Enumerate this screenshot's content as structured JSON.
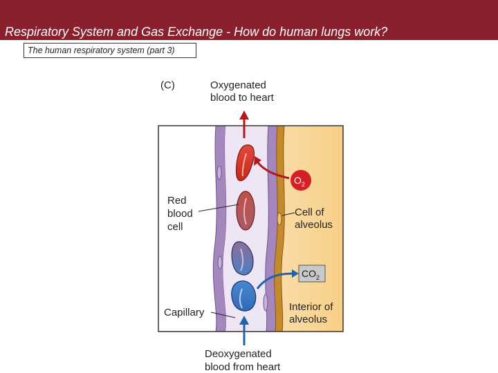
{
  "header": {
    "title": "Respiratory System and Gas Exchange - How do human lungs work?",
    "background_color": "#8a1f2d"
  },
  "subtitle": "The human respiratory system (part 3)",
  "figure": {
    "panel_label": "(C)",
    "top_label_line1": "Oxygenated",
    "top_label_line2": "blood to heart",
    "bottom_label_line1": "Deoxygenated",
    "bottom_label_line2": "blood from heart",
    "red_blood_cell_line1": "Red",
    "red_blood_cell_line2": "blood",
    "red_blood_cell_line3": "cell",
    "capillary": "Capillary",
    "alveolus_cell_line1": "Cell of",
    "alveolus_cell_line2": "alveolus",
    "alveolus_interior_line1": "Interior of",
    "alveolus_interior_line2": "alveolus",
    "o2_base": "O",
    "o2_sub": "2",
    "co2_base": "CO",
    "co2_sub": "2",
    "colors": {
      "oxygen_arrow": "#b3161e",
      "co2_arrow": "#1f63a8",
      "capillary_wall": "#a487bd",
      "alveolus_interior": "#f9dca0",
      "alveolus_cell_wall": "#c58a2c"
    }
  }
}
